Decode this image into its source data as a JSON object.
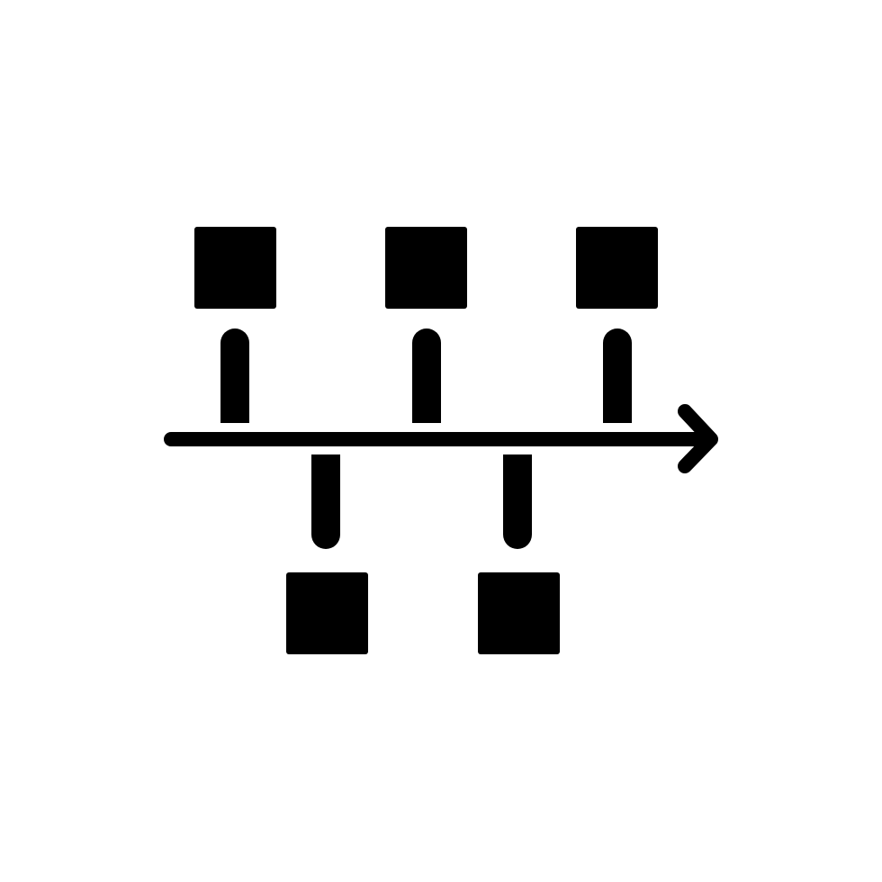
{
  "icon": {
    "name": "timeline-icon",
    "style": "glyph",
    "foreground_color": "#000000",
    "background_color": "#ffffff",
    "milestones_above": 3,
    "milestones_below": 2,
    "direction": "right"
  }
}
